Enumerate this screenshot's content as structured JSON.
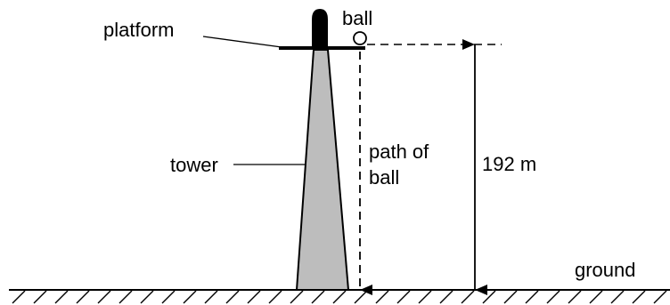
{
  "labels": {
    "platform": "platform",
    "ball": "ball",
    "tower": "tower",
    "path_line1": "path of",
    "path_line2": "ball",
    "height": "192 m",
    "ground": "ground"
  },
  "colors": {
    "tower_fill": "#bdbdbd",
    "ink": "#000000",
    "background": "#ffffff"
  }
}
